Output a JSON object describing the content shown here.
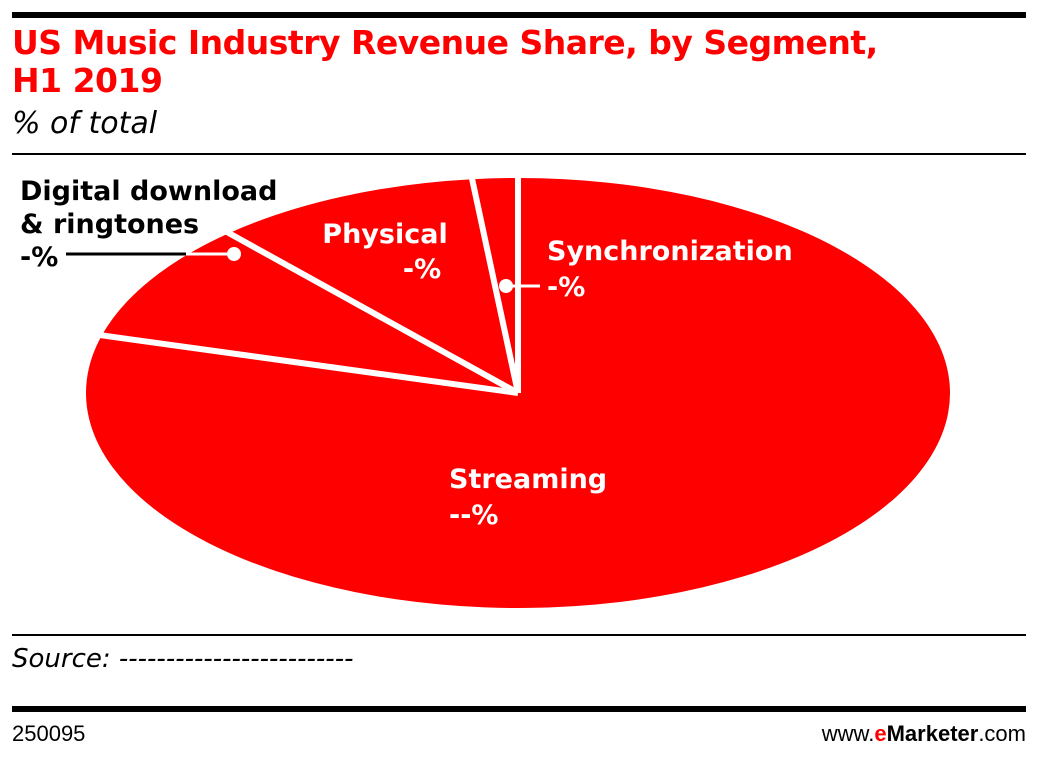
{
  "title": "US Music Industry Revenue Share, by Segment, H1 2019",
  "title_line1": "US Music Industry Revenue Share, by Segment,",
  "title_line2": "H1 2019",
  "subtitle": "% of total",
  "source_label": "Source:",
  "source_value": "-------------------------",
  "footer": {
    "chart_id": "250095",
    "brand_prefix": "www.",
    "brand_e": "e",
    "brand_name": "Marketer",
    "brand_suffix": ".com"
  },
  "colors": {
    "accent": "#ff0000",
    "slice": "#ff0000",
    "divider": "#ffffff",
    "text": "#000000"
  },
  "chart_data": {
    "type": "pie",
    "title": "US Music Industry Revenue Share, by Segment, H1 2019",
    "subtitle": "% of total",
    "slices": [
      {
        "label": "Streaming",
        "label_lines": [
          "Streaming"
        ],
        "value_text": "--%",
        "value": 79.3
      },
      {
        "label": "Digital download & ringtones",
        "label_lines": [
          "Digital download",
          "& ringtones"
        ],
        "value_text": "-%",
        "value": 9.0
      },
      {
        "label": "Physical",
        "label_lines": [
          "Physical"
        ],
        "value_text": "-%",
        "value": 10.0
      },
      {
        "label": "Synchronization",
        "label_lines": [
          "Synchronization"
        ],
        "value_text": "-%",
        "value": 1.7
      }
    ],
    "legend": "none"
  }
}
